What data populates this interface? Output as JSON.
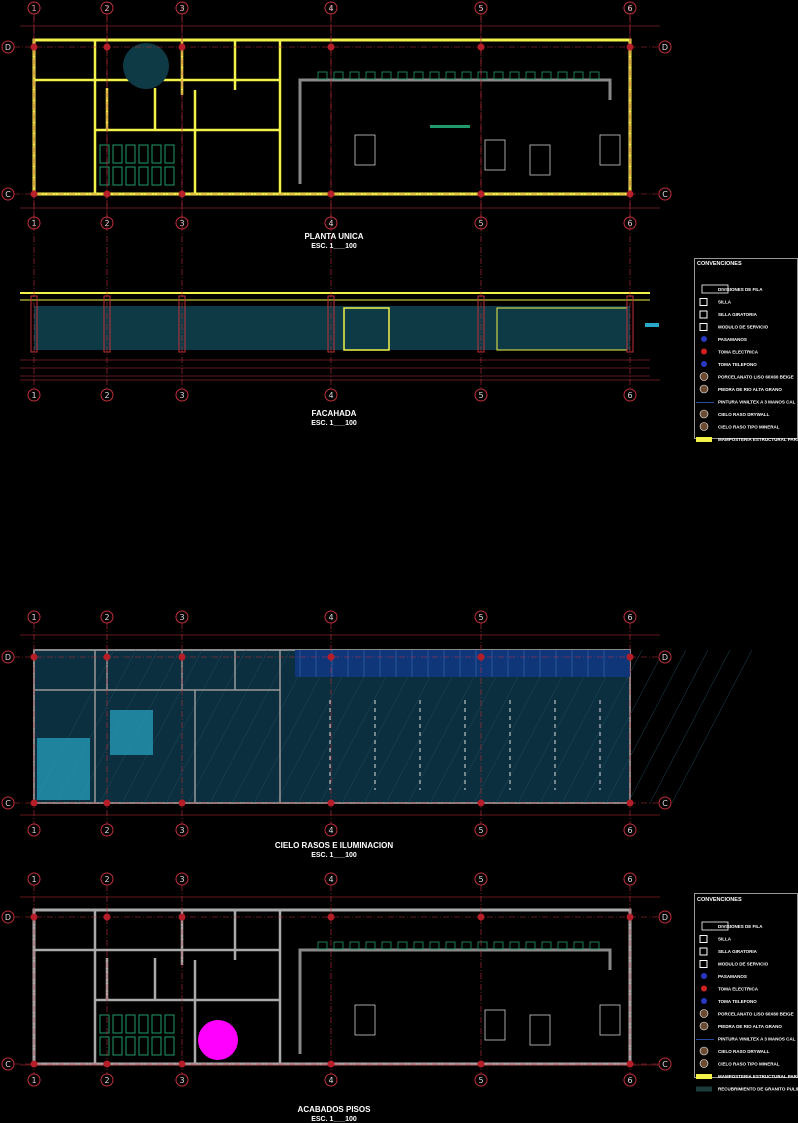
{
  "axes": {
    "columns": [
      "1",
      "2",
      "3",
      "4",
      "5",
      "6"
    ],
    "rows": [
      "D",
      "C"
    ]
  },
  "drawings": [
    {
      "id": "planta",
      "title": "PLANTA UNICA",
      "scale": "ESC.   1___100"
    },
    {
      "id": "fachada",
      "title": "FACAHADA",
      "scale": "ESC.   1___100"
    },
    {
      "id": "cielo",
      "title": "CIELO RASOS E ILUMINACION",
      "scale": "ESC.   1___100"
    },
    {
      "id": "acabados",
      "title": "ACABADOS PISOS",
      "scale": "ESC.   1___100"
    }
  ],
  "legend_1": {
    "title": "CONVENCIONES",
    "items": [
      {
        "icon": "grid-module-icon",
        "label": "DIVISIONES DE FILA"
      },
      {
        "icon": "chair-icon",
        "label": "SILLA"
      },
      {
        "icon": "swivel-chair-icon",
        "label": "SILLA GIRATORIA"
      },
      {
        "icon": "service-module-icon",
        "label": "MODULO DE SERVICIO"
      },
      {
        "icon": "handrail-icon",
        "label": "PASAMANOS"
      },
      {
        "icon": "power-outlet-icon",
        "label": "TOMA ELECTRICA"
      },
      {
        "icon": "phone-outlet-icon",
        "label": "TOMA TELEFONO"
      },
      {
        "icon": "floor-tag-p1-icon",
        "label": "PORCELANATO LISO 60X60 BEIGE"
      },
      {
        "icon": "floor-tag-p2-icon",
        "label": "PIEDRA DE RIO ALTA GRANO"
      },
      {
        "icon": "vinyl-line-icon",
        "label": "PINTURA VINILTEX A 3 MANOS CAL"
      },
      {
        "icon": "ceiling-tag-c1-icon",
        "label": "CIELO RASO DRYWALL"
      },
      {
        "icon": "ceiling-tag-c2-icon",
        "label": "CIELO RASO TIPO MINERAL"
      },
      {
        "icon": "yellow-bar-icon",
        "label": "MAMPOSTERIA ESTRUCTURAL PARA PINTAR"
      }
    ]
  },
  "legend_2": {
    "title": "CONVENCIONES",
    "items": [
      {
        "icon": "grid-module-icon",
        "label": "DIVISIONES DE FILA"
      },
      {
        "icon": "chair-icon",
        "label": "SILLA"
      },
      {
        "icon": "swivel-chair-icon",
        "label": "SILLA GIRATORIA"
      },
      {
        "icon": "service-module-icon",
        "label": "MODULO DE SERVICIO"
      },
      {
        "icon": "handrail-icon",
        "label": "PASAMANOS"
      },
      {
        "icon": "power-outlet-icon",
        "label": "TOMA ELECTRICA"
      },
      {
        "icon": "phone-outlet-icon",
        "label": "TOMA TELEFONO"
      },
      {
        "icon": "floor-tag-p1-icon",
        "label": "PORCELANATO LISO 60X60 BEIGE"
      },
      {
        "icon": "floor-tag-p2-icon",
        "label": "PIEDRA DE RIO ALTA GRANO"
      },
      {
        "icon": "vinyl-line-icon",
        "label": "PINTURA VINILTEX A 3 MANOS CAL"
      },
      {
        "icon": "ceiling-tag-c1-icon",
        "label": "CIELO RASO DRYWALL"
      },
      {
        "icon": "ceiling-tag-c2-icon",
        "label": "CIELO RASO TIPO MINERAL"
      },
      {
        "icon": "yellow-bar-icon",
        "label": "MAMPOSTERIA ESTRUCTURAL PARA PINTAR"
      },
      {
        "icon": "dark-fill-icon",
        "label": "RECUBRIMIENTO DE GRANITO PULIDO"
      }
    ]
  },
  "colors": {
    "background": "#000000",
    "axis": "#c0303a",
    "wall": "#f2f24a",
    "furniture": "#1f9a6a",
    "glass": "#0d3a44",
    "ceiling_fill": "#0b2f3f",
    "ceiling_panel": "#10367a",
    "highlight": "#2aa7c8",
    "marker": "#ff00ff"
  }
}
